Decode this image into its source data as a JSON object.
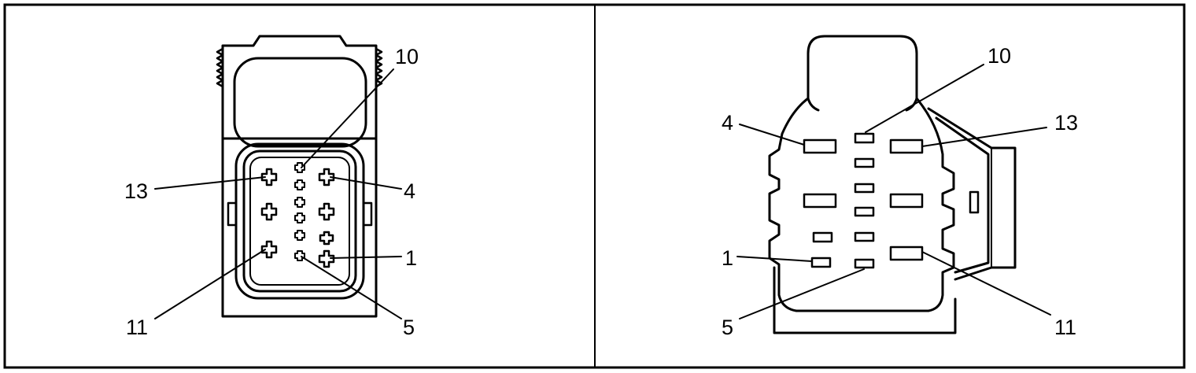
{
  "left_view": {
    "labels": {
      "p10": "10",
      "p13": "13",
      "p4": "4",
      "p1": "1",
      "p11": "11",
      "p5": "5"
    }
  },
  "right_view": {
    "labels": {
      "p10": "10",
      "p4": "4",
      "p13": "13",
      "p1": "1",
      "p5": "5",
      "p11": "11"
    }
  }
}
